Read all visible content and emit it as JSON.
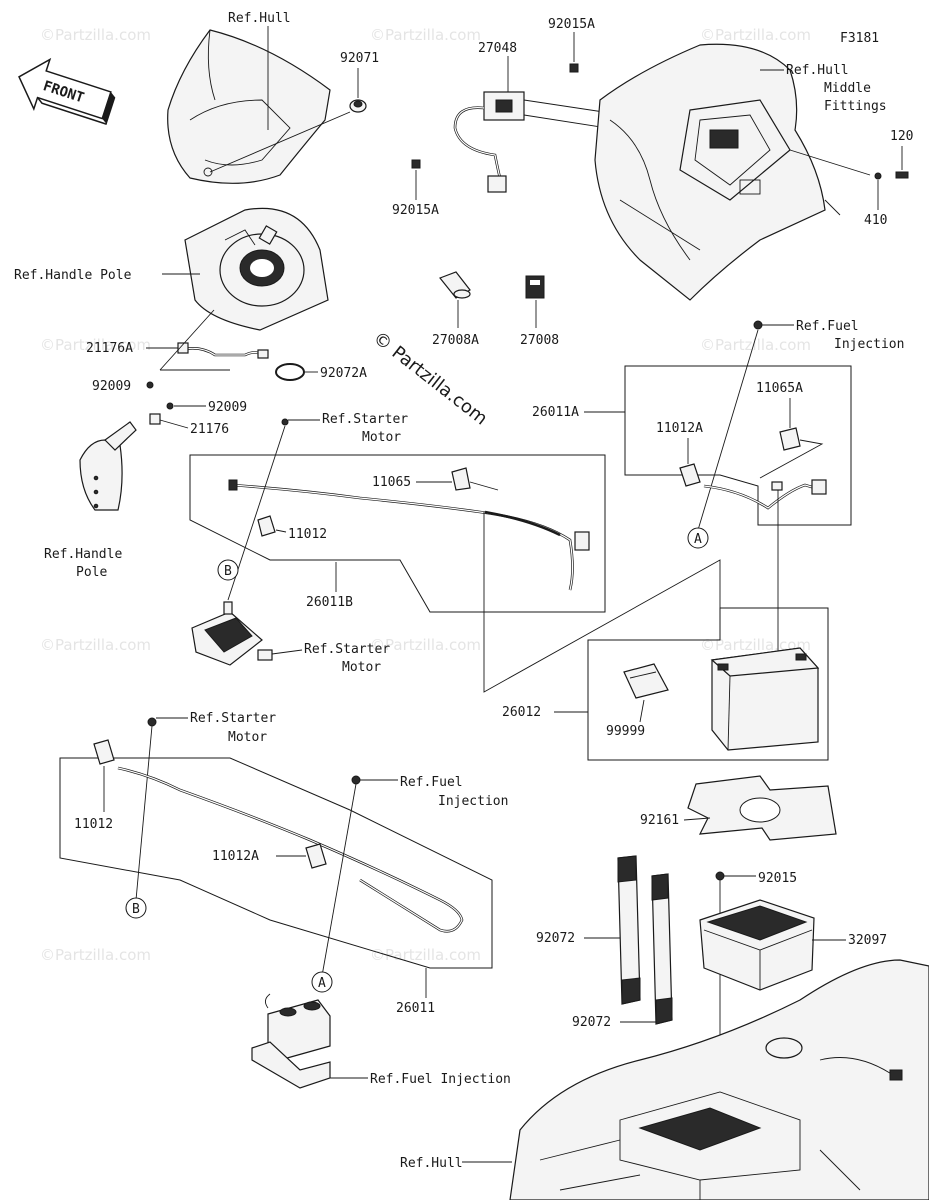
{
  "figure_id": "F3181",
  "front_label": "FRONT",
  "watermark_main": "© Partzilla.com",
  "watermark_small": "©Partzilla.com",
  "labels": {
    "ref_hull_top": "Ref.Hull",
    "p92071": "92071",
    "p27048": "27048",
    "p92015A_top": "92015A",
    "p92015A_bottom": "92015A",
    "ref_hull_middle_1": "Ref.Hull",
    "ref_hull_middle_2": "Middle",
    "ref_hull_middle_3": "Fittings",
    "p120": "120",
    "p410": "410",
    "ref_handle_pole_top": "Ref.Handle Pole",
    "p21176A": "21176A",
    "p92009_a": "92009",
    "p92072A": "92072A",
    "p27008A": "27008A",
    "p27008": "27008",
    "ref_fuel_inj_top_1": "Ref.Fuel",
    "ref_fuel_inj_top_2": "Injection",
    "p92009_b": "92009",
    "p21176": "21176",
    "ref_starter_1": "Ref.Starter",
    "ref_starter_2": "Motor",
    "p26011A": "26011A",
    "p11065A": "11065A",
    "p11012A_top": "11012A",
    "p11065": "11065",
    "p11012_mid": "11012",
    "ref_handle_pole_l1": "Ref.Handle",
    "ref_handle_pole_l2": "Pole",
    "callout_a": "A",
    "callout_b": "B",
    "p26011B": "26011B",
    "ref_starter_mid_1": "Ref.Starter",
    "ref_starter_mid_2": "Motor",
    "p26012": "26012",
    "p99999": "99999",
    "ref_starter_low_1": "Ref.Starter",
    "ref_starter_low_2": "Motor",
    "ref_fuel_inj_mid_1": "Ref.Fuel",
    "ref_fuel_inj_mid_2": "Injection",
    "p92161": "92161",
    "p11012_low": "11012",
    "p11012A_low": "11012A",
    "p92015": "92015",
    "p92072_a": "92072",
    "p32097": "32097",
    "p26011": "26011",
    "p92072_b": "92072",
    "ref_fuel_inj_low": "Ref.Fuel Injection",
    "ref_hull_bottom": "Ref.Hull"
  }
}
